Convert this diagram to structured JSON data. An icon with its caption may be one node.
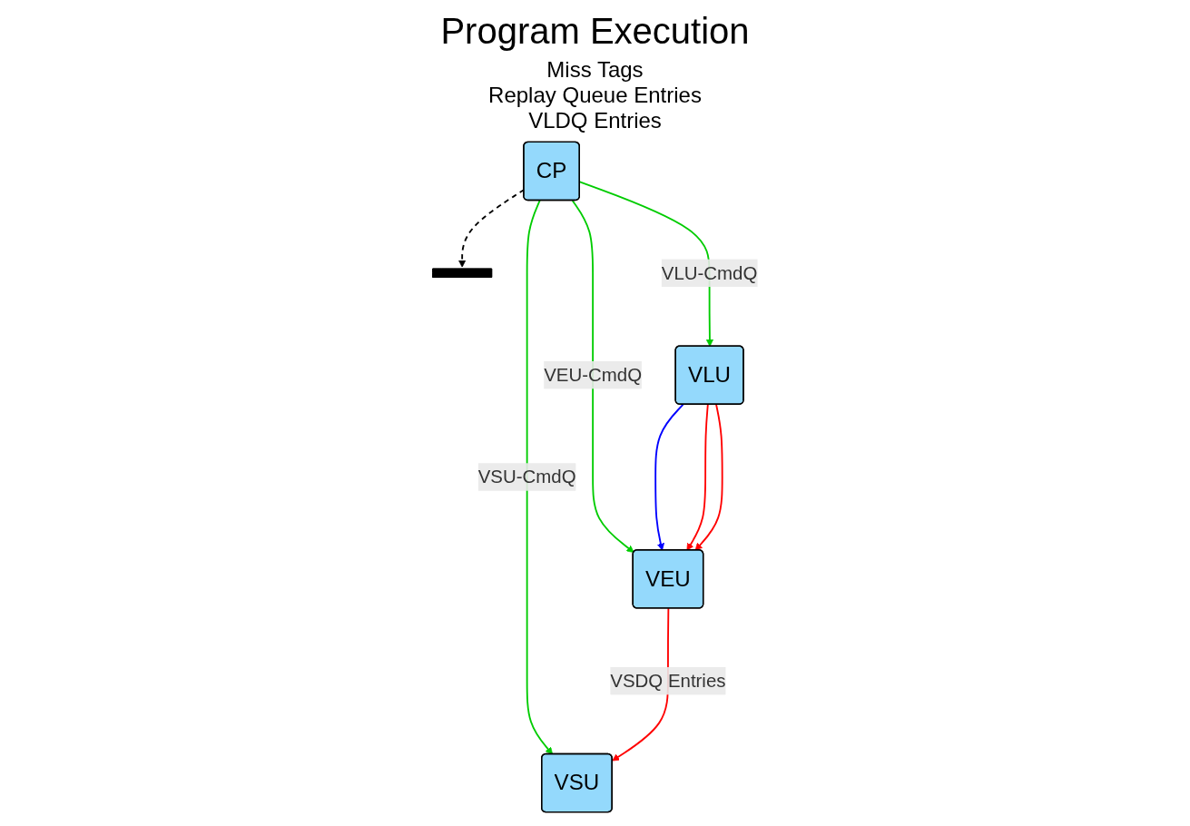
{
  "diagram": {
    "title": "Program Execution",
    "nodes": [
      {
        "text": [],
        "shape": "bar"
      },
      {
        "text": [
          "CP"
        ]
      },
      {
        "text": [
          "VLU"
        ]
      },
      {
        "text": [
          "VEU"
        ]
      },
      {
        "text": [
          "VSU"
        ]
      }
    ],
    "edges": [
      {
        "from": 1,
        "to": 0,
        "arrow": "to",
        "style": "dashed",
        "color": "#000000"
      },
      {
        "from": 1,
        "to": 2,
        "arrow": "to",
        "label": "VLU-CmdQ"
      },
      {
        "from": 1,
        "to": 3,
        "arrow": "to",
        "label": "VEU-CmdQ"
      },
      {
        "from": 1,
        "to": 4,
        "arrow": "to",
        "label": "VSU-CmdQ"
      },
      {
        "from": 2,
        "to": 3,
        "arrow": "to",
        "color": "#0000ff"
      },
      {
        "from": 2,
        "to": 3,
        "arrow": "to",
        "color": "#ff0000"
      },
      {
        "from": 2,
        "to": 3,
        "arrow": "to",
        "color": "#ff0000"
      },
      {
        "from": 3,
        "to": 4,
        "arrow": "to",
        "label": "VSDQ Entries",
        "color": "#ff0000"
      }
    ],
    "labels": [
      "Miss Tags",
      "Replay Queue Entries",
      "VLDQ Entries"
    ]
  }
}
